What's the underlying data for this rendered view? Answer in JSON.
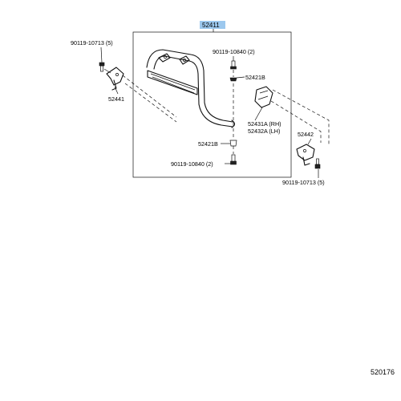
{
  "diagram": {
    "assembly_number": "52411",
    "highlight_color": "#9cc8ee",
    "figure_number": "520176",
    "labels": {
      "bolt_left": "90119-10713 (5)",
      "bracket_left": "52441",
      "bolt_top": "90119-10840 (2)",
      "part_52421b_top": "52421B",
      "stay_rh": "52431A (RH)",
      "stay_lh": "52432A (LH)",
      "part_52421b_bottom": "52421B",
      "bolt_bottom": "90119-10840 (2)",
      "bracket_right": "52442",
      "bolt_right": "90119-10713 (5)"
    }
  }
}
